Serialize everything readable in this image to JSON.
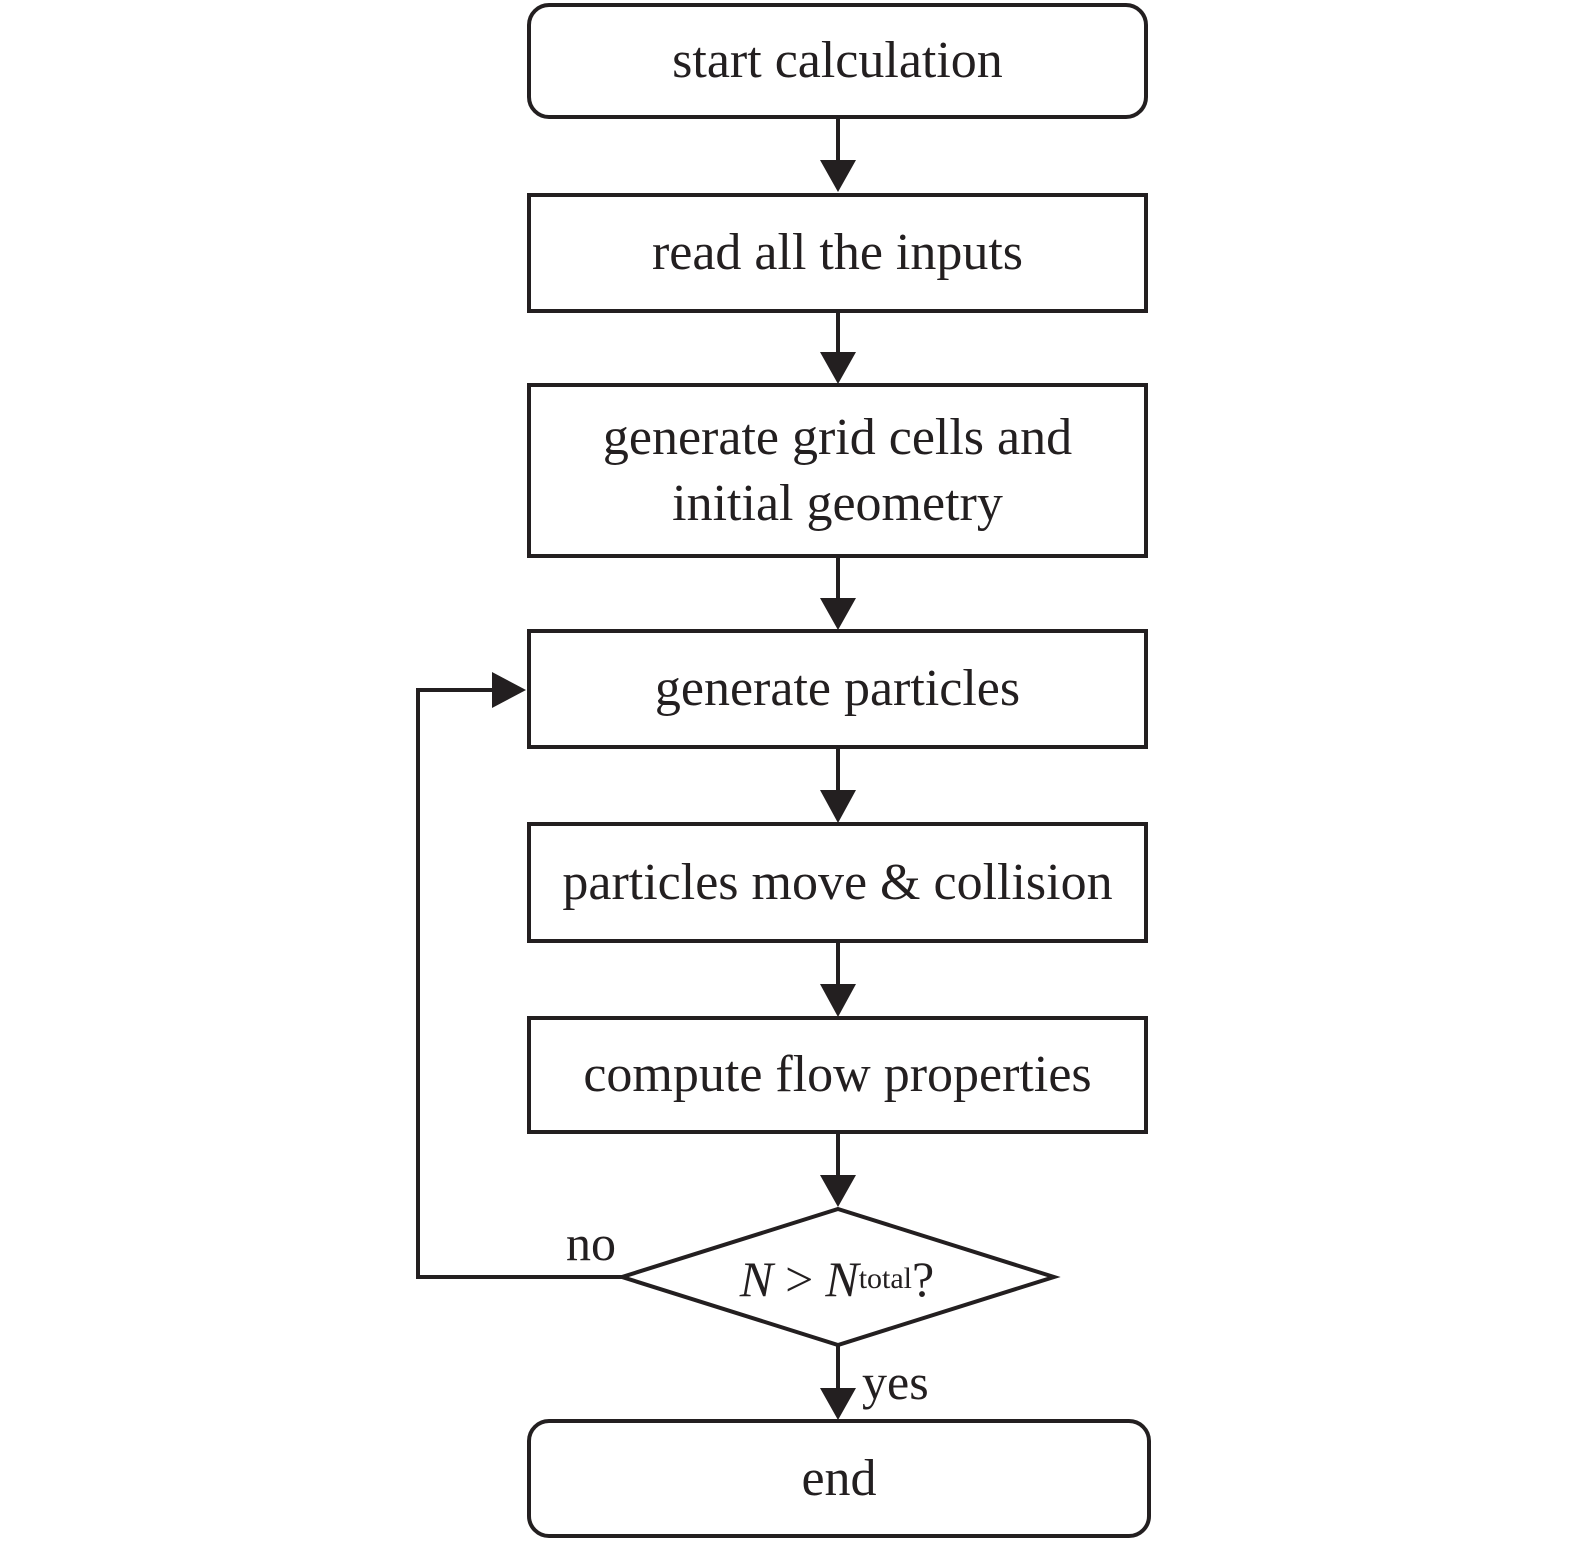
{
  "nodes": {
    "start": "start calculation",
    "read_inputs": "read all the inputs",
    "generate_grid_line1": "generate grid cells and",
    "generate_grid_line2": "initial geometry",
    "generate_particles": "generate particles",
    "move_collision": "particles move & collision",
    "compute_flow": "compute flow properties",
    "end": "end"
  },
  "decision": {
    "variable": "N",
    "operator": ">",
    "compare_variable": "N",
    "compare_subscript": "total",
    "question_mark": "?"
  },
  "edge_labels": {
    "no": "no",
    "yes": "yes"
  },
  "colors": {
    "stroke": "#231f20",
    "background": "#ffffff"
  }
}
